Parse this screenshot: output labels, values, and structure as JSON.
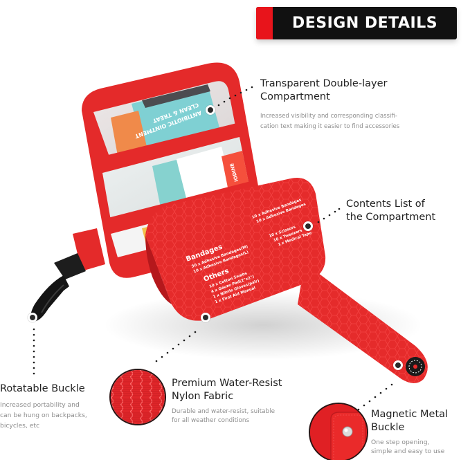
{
  "header": {
    "title": "DESIGN DETAILS",
    "accent_color": "#e8141b",
    "background_color": "#111111"
  },
  "product": {
    "brand_color": "#e62a2a",
    "pouch_label": {
      "section_bandages": "Bandages",
      "bandages_items": [
        "30 x Adhesive Bandages(M)",
        "10 x Adhesive Bandages(L)"
      ],
      "section_others": "Others",
      "others_items": [
        "10 x Cotton Swabs",
        "4 x Gauze Pad(2\"x2\")",
        "1 x Nitrile Gloves(pair)",
        "1 x First Aid Manual"
      ],
      "right_items": [
        "10 x Adhesive Bandages",
        "10 x Adhesive Bandages",
        "10 x Scissors",
        "10 x Tweezers",
        "1 x Medical Tape"
      ]
    },
    "packet_texts": [
      "ANTIBIOTIC OINTMENT",
      "CLEAN & TREAT",
      "IODINE"
    ]
  },
  "features": [
    {
      "id": "transparent-compartment",
      "title_line1": "Transparent Double-layer",
      "title_line2": "Compartment",
      "desc_line1": "Increased visibility and corresponding classifi-",
      "desc_line2": "cation text making it easier to find accessories"
    },
    {
      "id": "contents-list",
      "title_line1": "Contents List of",
      "title_line2": "the Compartment"
    },
    {
      "id": "rotatable-buckle",
      "title_line1": "Rotatable Buckle",
      "desc_line1": "Increased portability and",
      "desc_line2": "can be hung on backpacks,",
      "desc_line3": "bicycles, etc"
    },
    {
      "id": "nylon-fabric",
      "title_line1": "Premium Water-Resist",
      "title_line2": "Nylon Fabric",
      "desc_line1": "Durable and water-resist, suitable",
      "desc_line2": "for all weather conditions"
    },
    {
      "id": "magnetic-buckle",
      "title_line1": "Magnetic Metal",
      "title_line2": "Buckle",
      "desc_line1": "One step opening,",
      "desc_line2": "simple and easy to use"
    }
  ]
}
